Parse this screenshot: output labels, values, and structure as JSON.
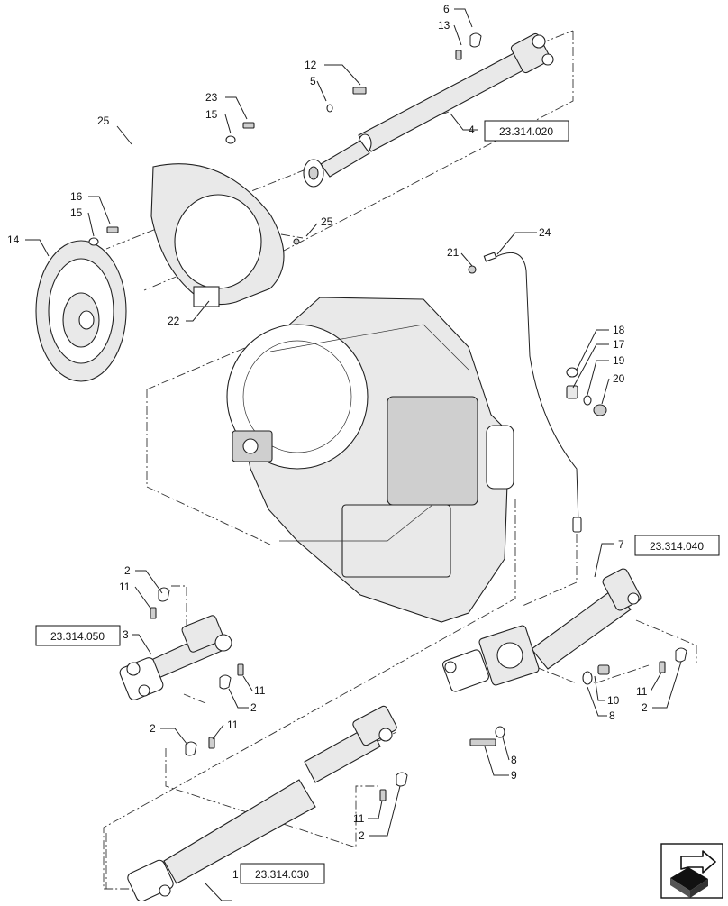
{
  "callouts": [
    {
      "id": "c6",
      "text": "6"
    },
    {
      "id": "c13",
      "text": "13"
    },
    {
      "id": "c12",
      "text": "12"
    },
    {
      "id": "c5",
      "text": "5"
    },
    {
      "id": "c23",
      "text": "23"
    },
    {
      "id": "c15a",
      "text": "15"
    },
    {
      "id": "c25a",
      "text": "25"
    },
    {
      "id": "c4",
      "text": "4"
    },
    {
      "id": "c16",
      "text": "16"
    },
    {
      "id": "c15b",
      "text": "15"
    },
    {
      "id": "c14",
      "text": "14"
    },
    {
      "id": "c25b",
      "text": "25"
    },
    {
      "id": "c22",
      "text": "22"
    },
    {
      "id": "c21",
      "text": "21"
    },
    {
      "id": "c24",
      "text": "24"
    },
    {
      "id": "c18",
      "text": "18"
    },
    {
      "id": "c17",
      "text": "17"
    },
    {
      "id": "c19",
      "text": "19"
    },
    {
      "id": "c20",
      "text": "20"
    },
    {
      "id": "c7",
      "text": "7"
    },
    {
      "id": "c2a",
      "text": "2"
    },
    {
      "id": "c11a",
      "text": "11"
    },
    {
      "id": "c3",
      "text": "3"
    },
    {
      "id": "c11b",
      "text": "11"
    },
    {
      "id": "c2b",
      "text": "2"
    },
    {
      "id": "c2c",
      "text": "2"
    },
    {
      "id": "c11c",
      "text": "11"
    },
    {
      "id": "c10",
      "text": "10"
    },
    {
      "id": "c8a",
      "text": "8"
    },
    {
      "id": "c11d",
      "text": "11"
    },
    {
      "id": "c2d",
      "text": "2"
    },
    {
      "id": "c8b",
      "text": "8"
    },
    {
      "id": "c9",
      "text": "9"
    },
    {
      "id": "c11e",
      "text": "11"
    },
    {
      "id": "c2e",
      "text": "2"
    },
    {
      "id": "c1",
      "text": "1"
    }
  ],
  "references": {
    "ref_4": "23.314.020",
    "ref_7": "23.314.040",
    "ref_3": "23.314.050",
    "ref_1": "23.314.030"
  }
}
